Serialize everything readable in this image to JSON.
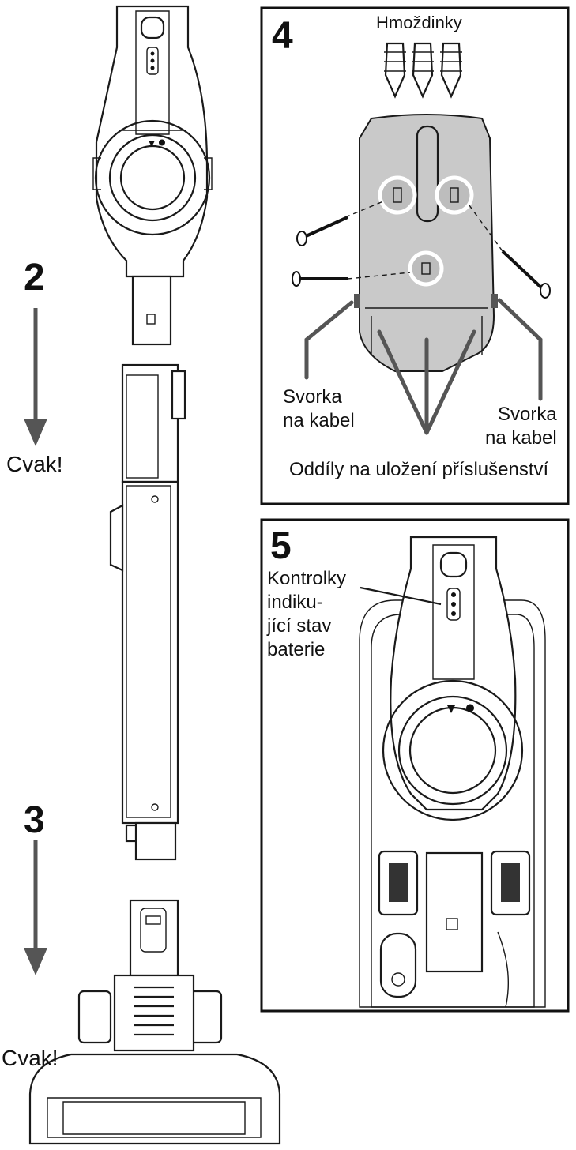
{
  "steps": {
    "s2": "2",
    "s3": "3",
    "s4": "4",
    "s5": "5"
  },
  "left": {
    "click_top": "Cvak!",
    "click_bottom": "Cvak!"
  },
  "panel4": {
    "anchors": "Hmoždinky",
    "clip_left_line1": "Svorka",
    "clip_left_line2": "na kabel",
    "clip_right_line1": "Svorka",
    "clip_right_line2": "na kabel",
    "compartments": "Oddíly na uložení příslušenství"
  },
  "panel5": {
    "battery_line1": "Kontrolky",
    "battery_line2": "indiku-",
    "battery_line3": "jící stav",
    "battery_line4": "baterie"
  },
  "colors": {
    "line": "#1a1a1a",
    "bracket_fill": "#c9c9c9",
    "arrow": "#555555"
  }
}
